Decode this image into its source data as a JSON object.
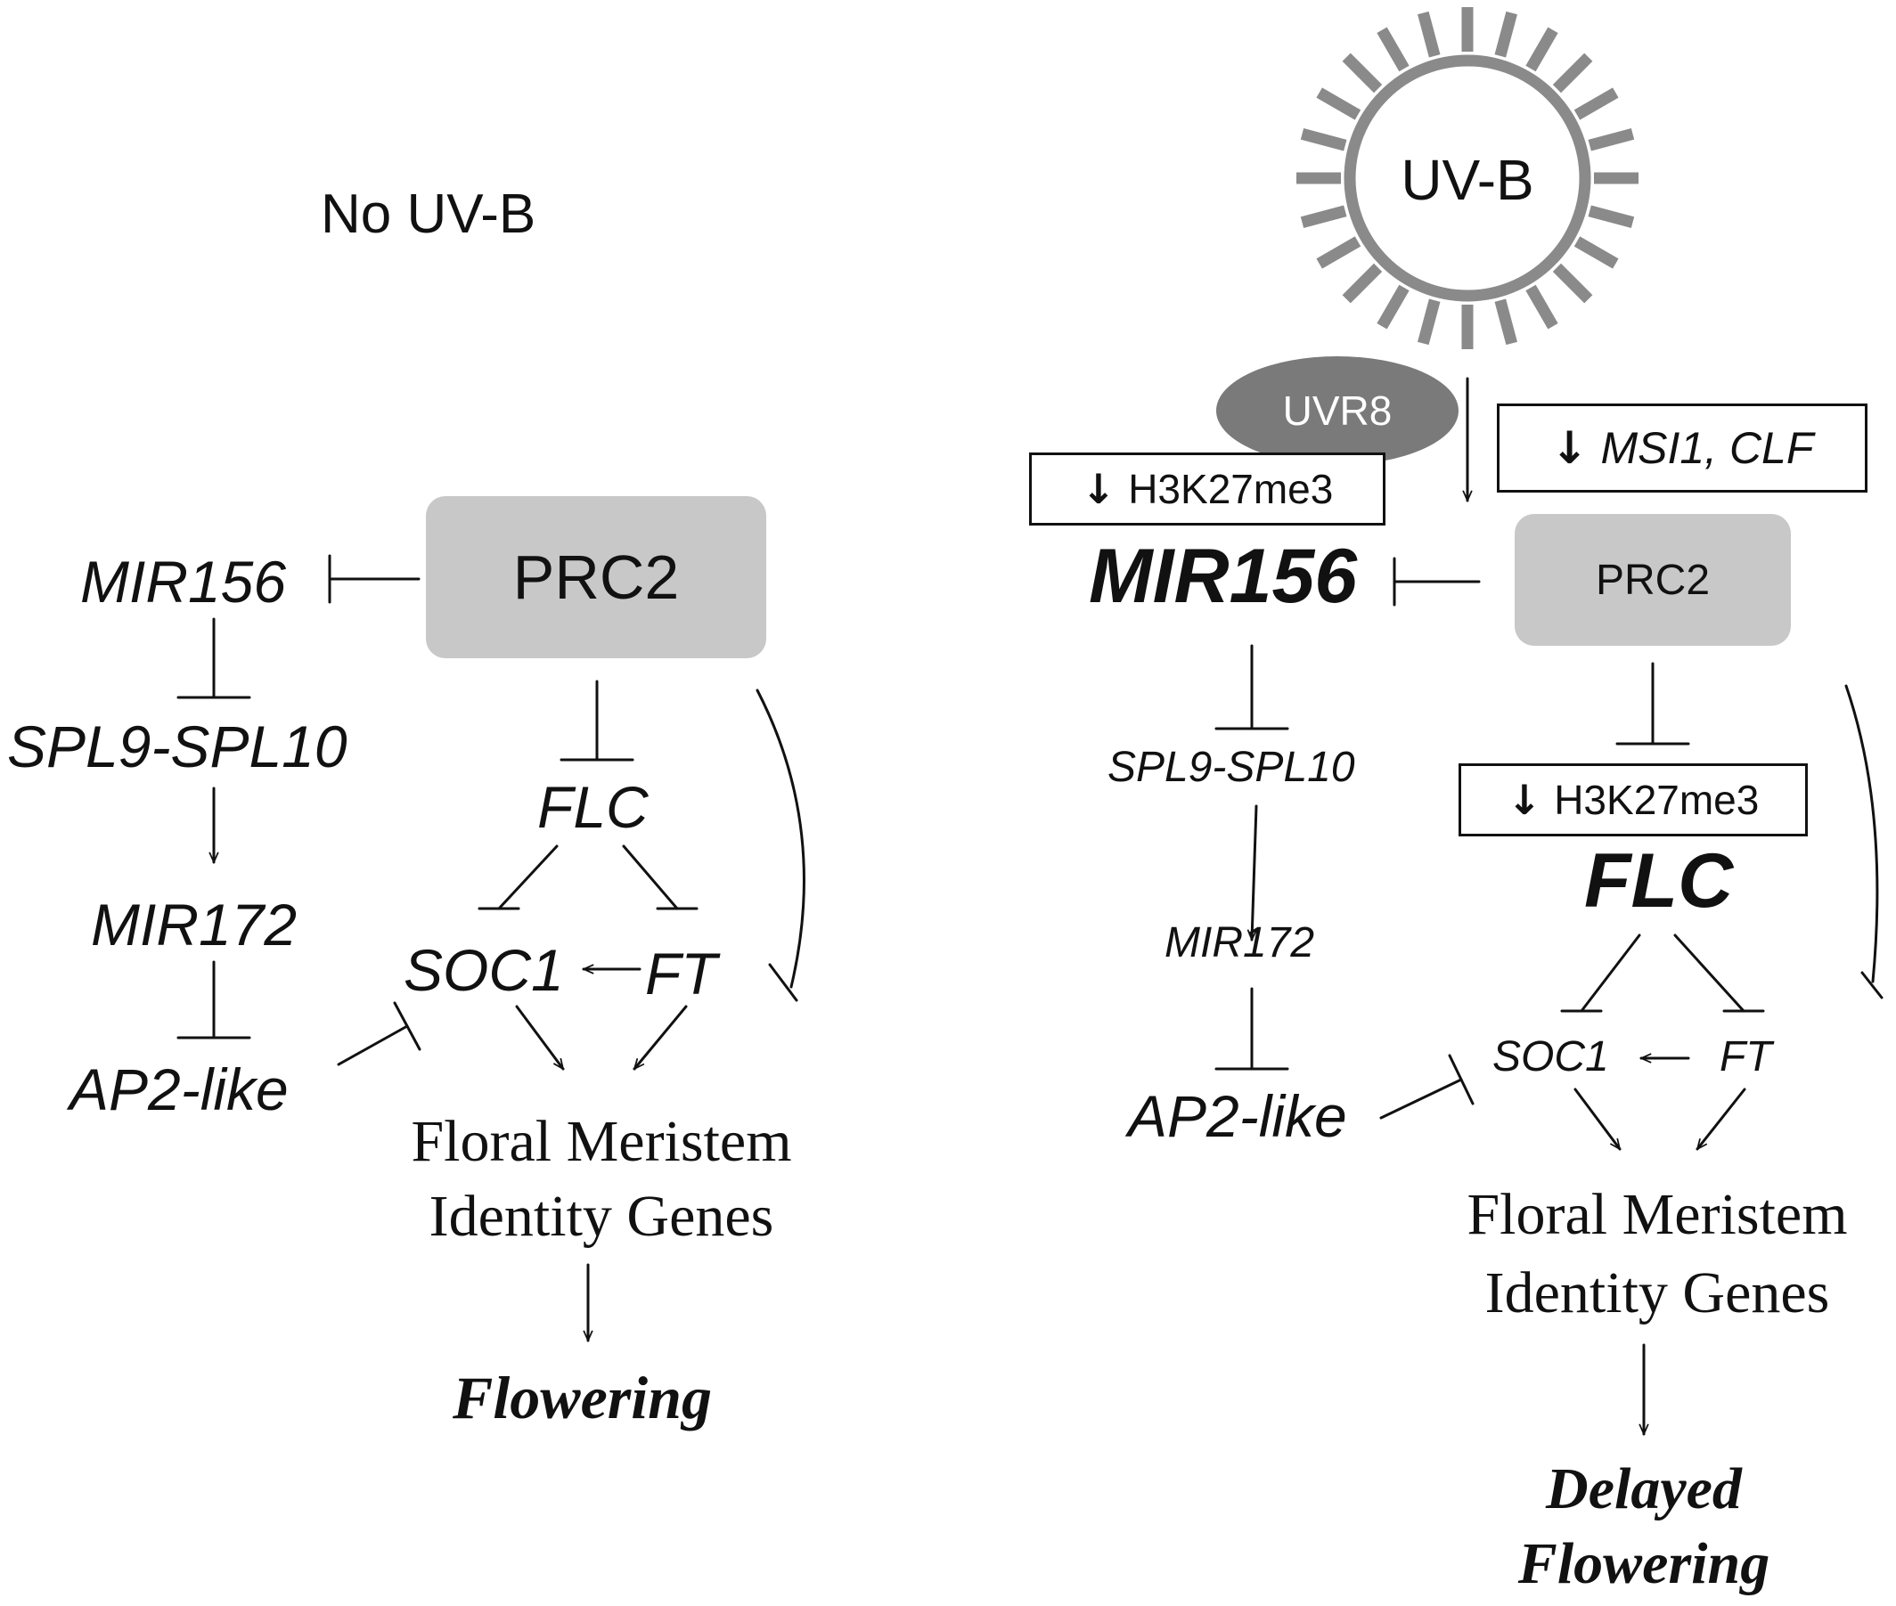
{
  "colors": {
    "prc2_box": "#c8c8c8",
    "uvr8_ellipse": "#7a7a7a",
    "sun_ray": "#8a8a8a",
    "line": "#111111"
  },
  "left_panel": {
    "condition": "No UV-B",
    "nodes": {
      "mir156": "MIR156",
      "prc2": "PRC2",
      "spl": "SPL9-SPL10",
      "mir172": "MIR172",
      "ap2": "AP2-like",
      "flc": "FLC",
      "soc1": "SOC1",
      "ft": "FT",
      "fmi_line1": "Floral Meristem",
      "fmi_line2": "Identity Genes",
      "outcome": "Flowering"
    }
  },
  "right_panel": {
    "sun_label": "UV-B",
    "receptor": "UVR8",
    "msi_box": {
      "arrow": "↓",
      "text": "MSI1, CLF"
    },
    "h3k_box_mir": {
      "arrow": "↓",
      "text": "H3K27me3"
    },
    "h3k_box_flc": {
      "arrow": "↓",
      "text": "H3K27me3"
    },
    "nodes": {
      "mir156": "MIR156",
      "prc2": "PRC2",
      "spl": "SPL9-SPL10",
      "mir172": "MIR172",
      "ap2": "AP2-like",
      "flc": "FLC",
      "soc1": "SOC1",
      "ft": "FT",
      "fmi_line1": "Floral Meristem",
      "fmi_line2": "Identity Genes",
      "outcome_line1": "Delayed",
      "outcome_line2": "Flowering"
    }
  }
}
